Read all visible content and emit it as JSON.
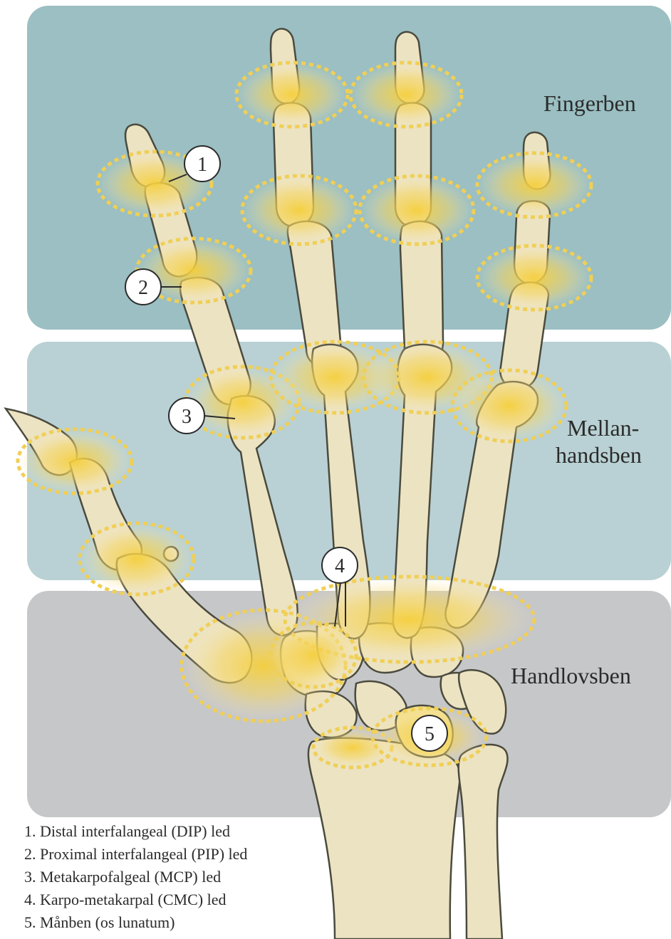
{
  "regions": {
    "phalanges": "Fingerben",
    "metacarpal_line1": "Mellan-",
    "metacarpal_line2": "handsben",
    "carpal": "Handlovsben"
  },
  "markers": [
    "1",
    "2",
    "3",
    "4",
    "5"
  ],
  "legend": [
    "1. Distal interfalangeal (DIP) led",
    "2. Proximal interfalangeal (PIP) led",
    "3. Metakarpofalgeal (MCP) led",
    "4. Karpo-metakarpal (CMC) led",
    "5. Månben (os lunatum)"
  ],
  "colors": {
    "phalanges_band": "#9bbfc2",
    "metacarpal_band": "#b9d1d4",
    "carpal_band": "#c6c7c9",
    "bone": "#ece3c2",
    "bone_outline": "#4a4a3e",
    "joint_glow": "#f3cf4a",
    "lunate": "#f2e08f"
  }
}
